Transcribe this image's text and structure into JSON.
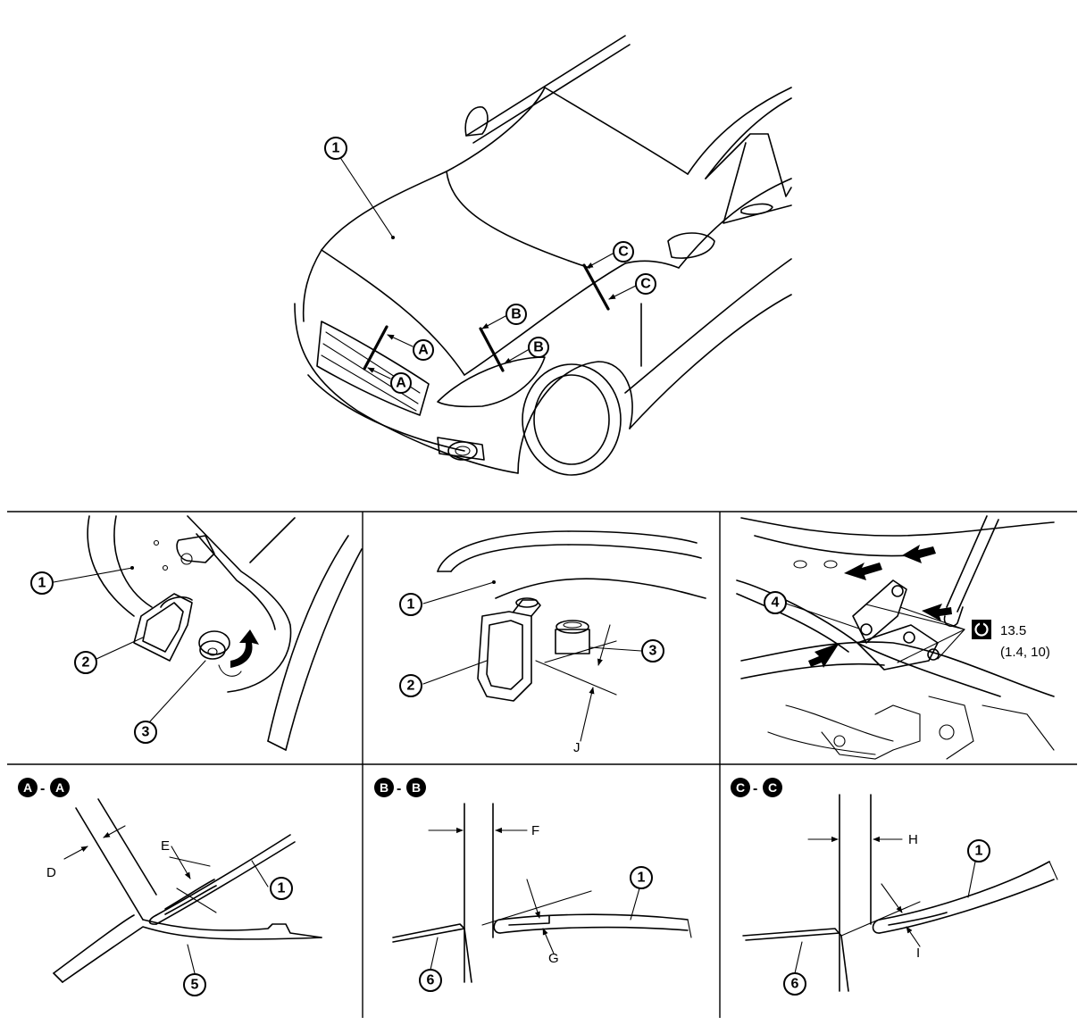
{
  "callouts": {
    "c1": "1",
    "c2": "2",
    "c3": "3",
    "c4": "4",
    "c5": "5",
    "c6": "6"
  },
  "section_marks": {
    "a": "A",
    "b": "B",
    "c": "C"
  },
  "section_titles": {
    "separator": "-"
  },
  "dimension_labels": {
    "d": "D",
    "e": "E",
    "f": "F",
    "g": "G",
    "h": "H",
    "i": "I",
    "j": "J"
  },
  "torque": {
    "value": "13.5",
    "alt": "(1.4, 10)"
  },
  "colors": {
    "line": "#000000",
    "background": "#ffffff"
  },
  "icons": [
    "torque-wrench-icon",
    "rotation-arrow-icon",
    "direction-arrow-icon"
  ]
}
